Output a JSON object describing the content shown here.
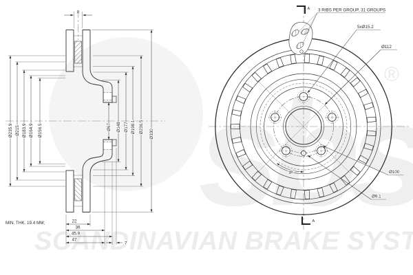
{
  "drawing": {
    "watermark": {
      "logo": "sbs",
      "registered_mark": "®",
      "banner": "SCANDINAVIAN BRAKE SYSTEMS"
    },
    "colors": {
      "line": "#333333",
      "thin_line": "#666666",
      "watermark": "#ececec",
      "background": "#ffffff"
    },
    "section_view": {
      "gap_dim": "8",
      "left_diameter_labels": [
        "Ø235.9",
        "Ø215",
        "Ø183.9",
        "Ø164.9",
        "Ø156.5"
      ],
      "inner_diameter_labels": [
        "Ø67",
        "Ø148",
        "Ø177",
        "Ø198.1",
        "Ø236.5",
        "Ø330"
      ],
      "min_thickness_note": "MIN. THK. 19.4 MM;",
      "width_dims": [
        "22",
        "36",
        "45.9",
        "47"
      ],
      "offset_dim": "7"
    },
    "front_view": {
      "ribs_note": "3 RIBS PER GROUP, 31 GROUPS",
      "rib_groups": 31,
      "bolt_holes_label": "5xØ15.2",
      "bolt_hole_count": 5,
      "bolt_circle_label": "Ø112",
      "locating_circle_label": "Ø100",
      "locating_hole_label": "Ø9.1",
      "angle_label": "36°",
      "section_marker": "A"
    }
  }
}
